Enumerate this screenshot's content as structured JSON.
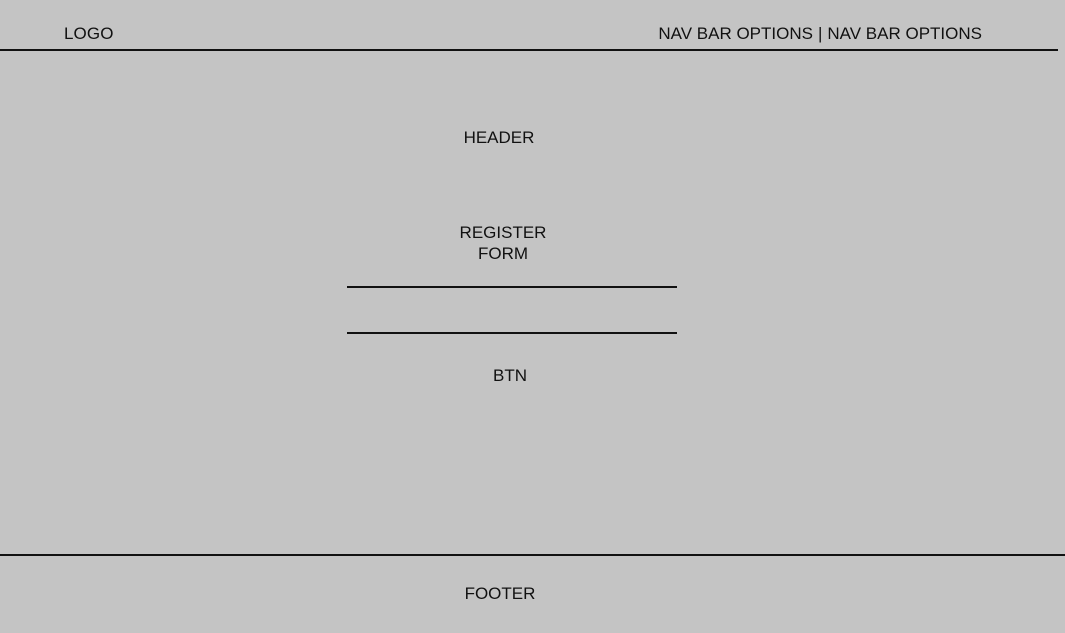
{
  "nav": {
    "logo": "LOGO",
    "options": [
      "NAV BAR OPTIONS",
      "NAV BAR OPTIONS"
    ],
    "separator": "|"
  },
  "header": {
    "label": "HEADER"
  },
  "register_form": {
    "title_line_1": "REGISTER",
    "title_line_2": "FORM",
    "field_1_placeholder": "",
    "field_2_placeholder": ""
  },
  "button": {
    "label": "BTN"
  },
  "footer": {
    "label": "FOOTER"
  }
}
